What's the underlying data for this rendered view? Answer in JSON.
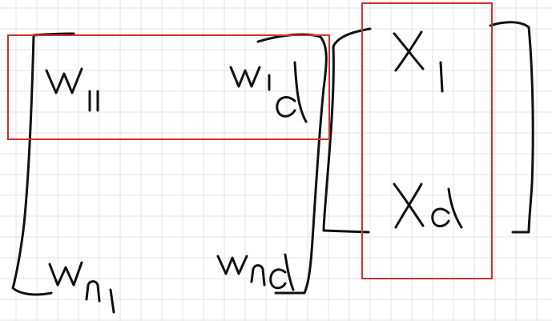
{
  "colors": {
    "background": "#ffffff",
    "grid": "#e3e3e3",
    "ink": "#111111",
    "highlight": "#d0312d"
  },
  "matrix_w": {
    "entries": [
      {
        "name": "w-11",
        "row": "1",
        "col": "1"
      },
      {
        "name": "w-1d",
        "row": "1",
        "col": "d"
      },
      {
        "name": "w-n1",
        "row": "n",
        "col": "1"
      },
      {
        "name": "w-nd",
        "row": "n",
        "col": "d"
      }
    ]
  },
  "vector_x": {
    "entries": [
      {
        "name": "x-1",
        "index": "1"
      },
      {
        "name": "x-d",
        "index": "d"
      }
    ]
  },
  "highlights": [
    "first-row-of-w",
    "vector-x"
  ]
}
